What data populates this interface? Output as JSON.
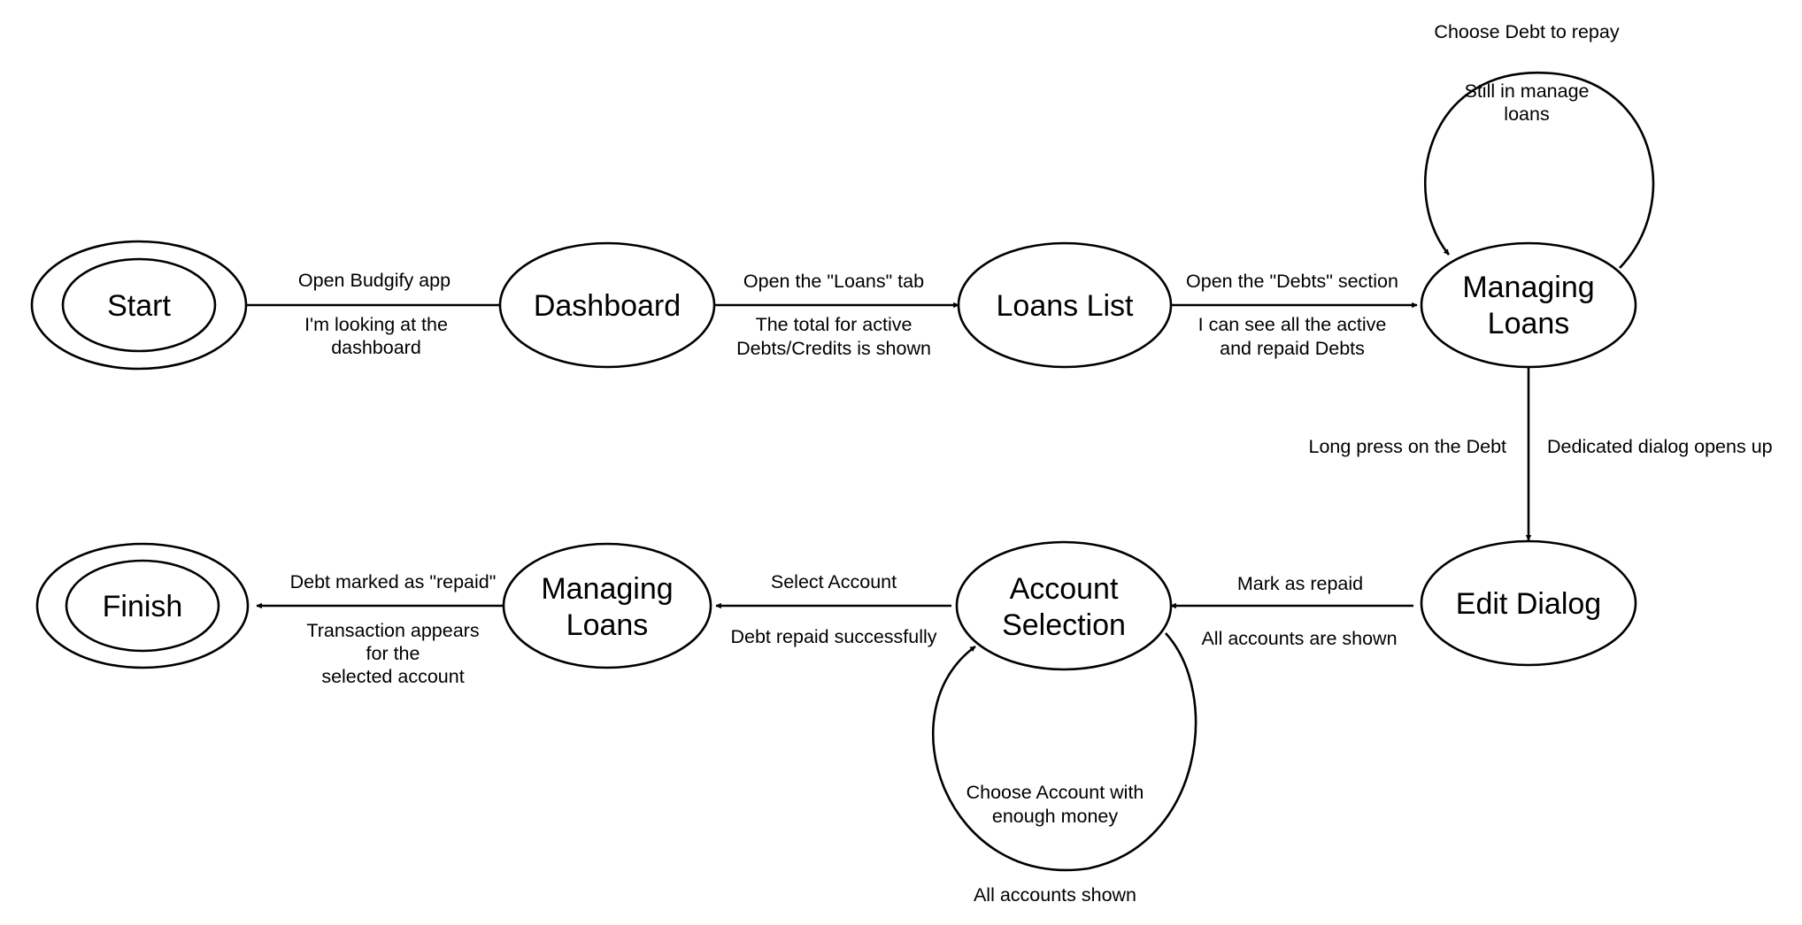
{
  "diagram": {
    "nodes": {
      "start": "Start",
      "dashboard": "Dashboard",
      "loans_list": "Loans List",
      "managing_loans_1": [
        "Managing",
        "Loans"
      ],
      "edit_dialog": "Edit Dialog",
      "account_selection": [
        "Account",
        "Selection"
      ],
      "managing_loans_2": [
        "Managing",
        "Loans"
      ],
      "finish": "Finish"
    },
    "edges": {
      "start_to_dashboard": {
        "action": "Open Budgify app",
        "result": [
          "I'm looking at the",
          "dashboard"
        ]
      },
      "dashboard_to_loans_list": {
        "action": "Open the \"Loans\" tab",
        "result": [
          "The total for active",
          "Debts/Credits is shown"
        ]
      },
      "loans_list_to_managing": {
        "action": "Open the \"Debts\" section",
        "result": [
          "I can see all the active",
          "and repaid Debts"
        ]
      },
      "managing_self_loop": {
        "action": "Choose Debt to repay",
        "result": [
          "Still in manage",
          "loans"
        ]
      },
      "managing_to_edit_dialog": {
        "action": "Long press on the Debt",
        "result": "Dedicated dialog opens up"
      },
      "edit_dialog_to_account_selection": {
        "action": "Mark as repaid",
        "result": "All accounts are shown"
      },
      "account_selection_self_loop": {
        "action": [
          "Choose Account with",
          "enough money"
        ],
        "result": "All accounts shown"
      },
      "account_selection_to_managing": {
        "action": "Select Account",
        "result": "Debt repaid successfully"
      },
      "managing_to_finish": {
        "action": "Debt marked as \"repaid\"",
        "result": [
          "Transaction appears",
          "for the",
          "selected account"
        ]
      }
    }
  }
}
